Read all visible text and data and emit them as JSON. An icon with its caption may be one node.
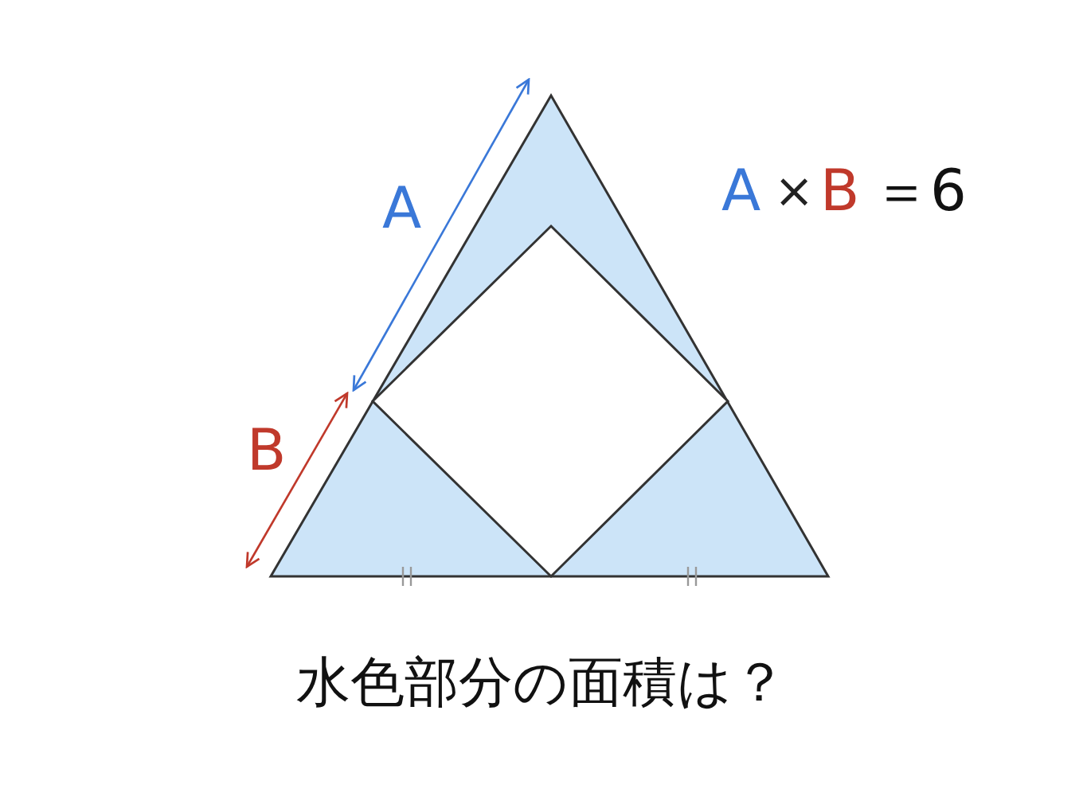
{
  "diagram": {
    "caption": "水色部分の面積は？",
    "labels": [
      "A",
      "B",
      "A",
      "×",
      "B",
      "＝6"
    ]
  }
}
